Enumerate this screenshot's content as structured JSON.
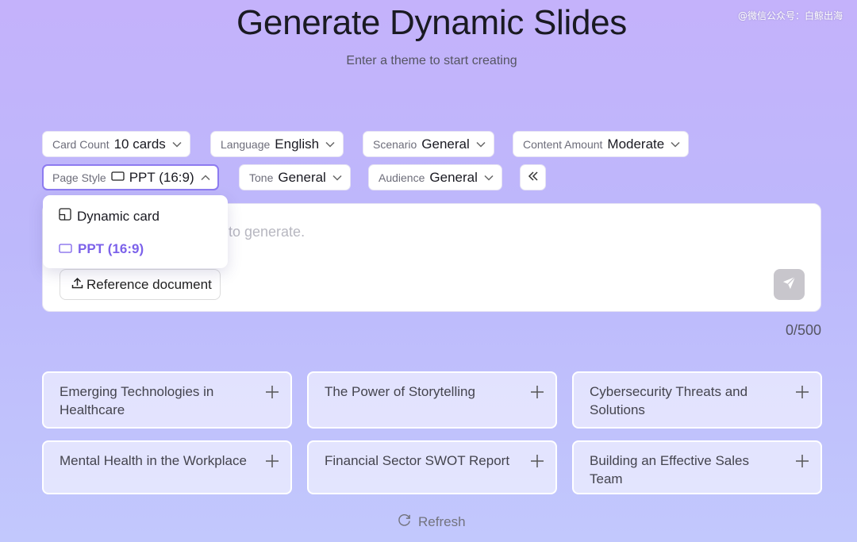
{
  "watermark": "@微信公众号：白鲸出海",
  "header": {
    "title": "Generate Dynamic Slides",
    "subtitle": "Enter a theme to start creating"
  },
  "options": {
    "card_count": {
      "label": "Card Count",
      "value": "10 cards"
    },
    "language": {
      "label": "Language",
      "value": "English"
    },
    "scenario": {
      "label": "Scenario",
      "value": "General"
    },
    "content_amount": {
      "label": "Content Amount",
      "value": "Moderate"
    },
    "page_style": {
      "label": "Page Style",
      "value": "PPT (16:9)"
    },
    "tone": {
      "label": "Tone",
      "value": "General"
    },
    "audience": {
      "label": "Audience",
      "value": "General"
    }
  },
  "page_style_menu": {
    "items": [
      {
        "label": "Dynamic card"
      },
      {
        "label": "PPT (16:9)"
      }
    ]
  },
  "input": {
    "placeholder_visible": "to generate.",
    "reference_label": "Reference document",
    "counter": "0/500"
  },
  "suggestions": [
    {
      "label": "Emerging Technologies in Healthcare"
    },
    {
      "label": "The Power of Storytelling"
    },
    {
      "label": "Cybersecurity Threats and Solutions"
    },
    {
      "label": "Mental Health in the Workplace"
    },
    {
      "label": "Financial Sector SWOT Report"
    },
    {
      "label": "Building an Effective Sales Team"
    }
  ],
  "refresh_label": "Refresh",
  "colors": {
    "accent": "#7c62ea",
    "active_border": "#8d7bf0",
    "send_button": "#c8c6cc",
    "background_top": "#c4b2fb",
    "background_bottom": "#c2c8fd"
  },
  "icons": {
    "chevron_down": "chevron-down-icon",
    "chevron_up": "chevron-up-icon",
    "collapse": "double-chevron-left-icon",
    "upload": "upload-icon",
    "send": "send-icon",
    "plus": "plus-icon",
    "refresh": "refresh-icon",
    "dynamic_card": "dynamic-card-icon",
    "ppt": "rectangle-icon"
  }
}
